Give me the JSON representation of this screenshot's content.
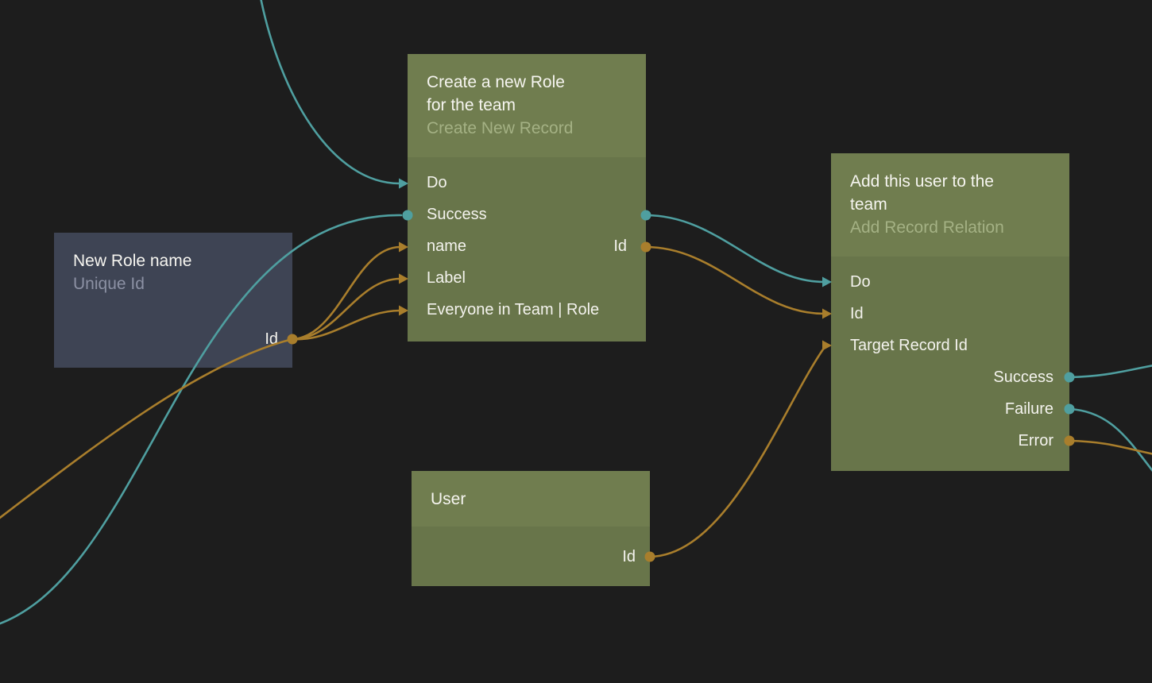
{
  "colors": {
    "background": "#1d1d1d",
    "teal": "#4f9fa0",
    "amber": "#a97e2c"
  },
  "nodes": {
    "new_role": {
      "title": "New Role name",
      "subtitle": "Unique Id",
      "output_label": "Id"
    },
    "create_role": {
      "title_line1": "Create a new Role",
      "title_line2": "for the team",
      "subtitle": "Create New Record",
      "port_do": "Do",
      "port_success": "Success",
      "port_name": "name",
      "port_label": "Label",
      "port_everyone": "Everyone in Team | Role",
      "output_id_label": "Id"
    },
    "add_user": {
      "title_line1": "Add this user to the",
      "title_line2": "team",
      "subtitle": "Add Record Relation",
      "port_do": "Do",
      "port_id": "Id",
      "port_target": "Target Record Id",
      "port_success": "Success",
      "port_failure": "Failure",
      "port_error": "Error"
    },
    "user": {
      "title": "User",
      "output_label": "Id"
    }
  }
}
